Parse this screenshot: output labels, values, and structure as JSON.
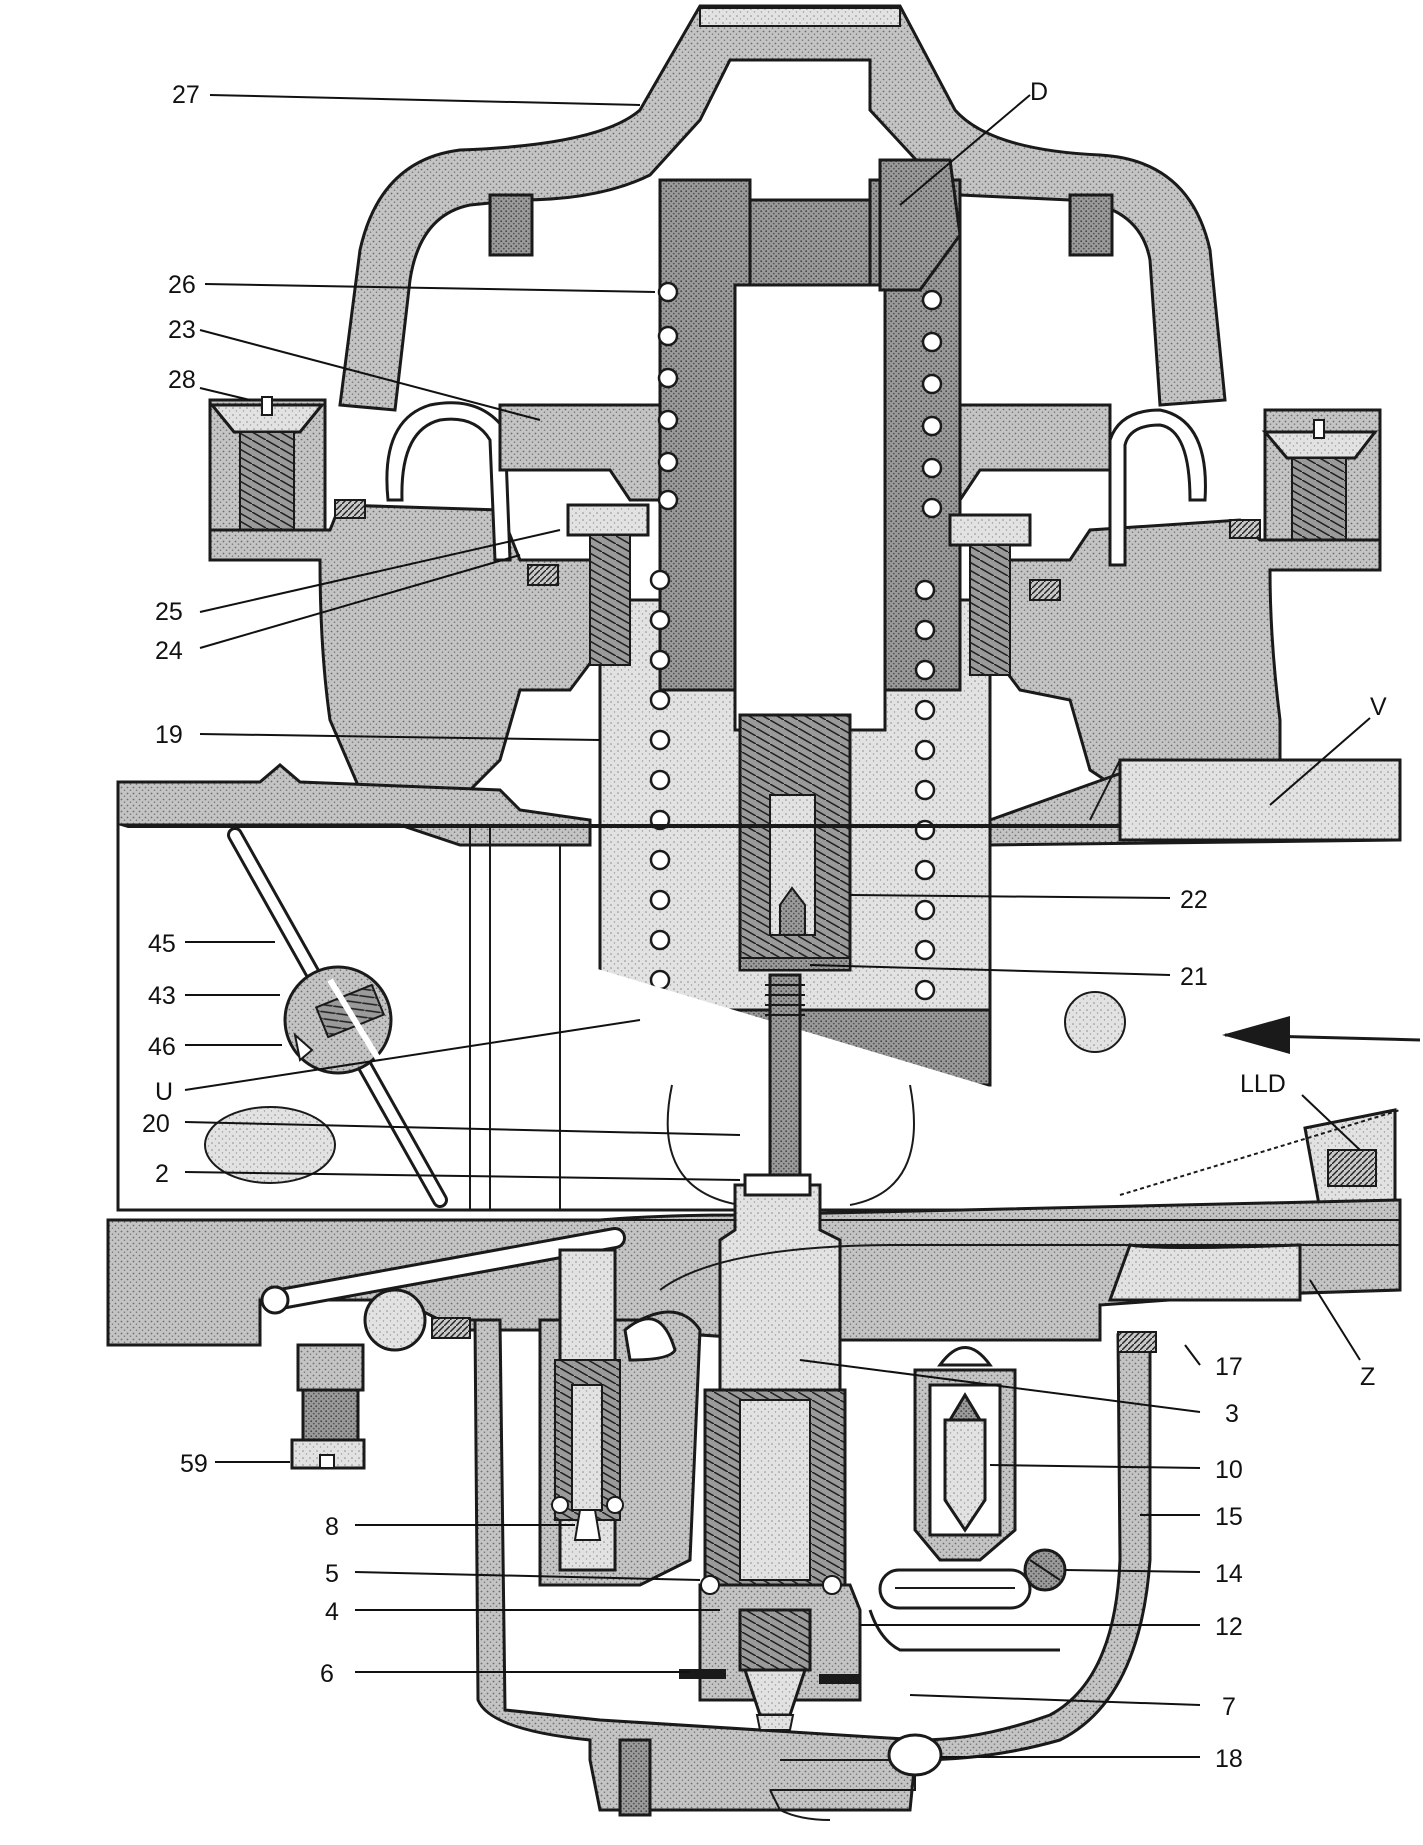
{
  "colors": {
    "ink": "#1a1a1a",
    "stipple": "#b9b9b9",
    "dark_stipple": "#8d8d8d",
    "light_stipple": "#d6d6d6",
    "paper": "#ffffff"
  },
  "labels": {
    "l27": "27",
    "lD": "D",
    "l26": "26",
    "l23": "23",
    "l28": "28",
    "l25": "25",
    "l24": "24",
    "l19": "19",
    "lV": "V",
    "l22": "22",
    "l21": "21",
    "l45": "45",
    "l43": "43",
    "l46": "46",
    "lU": "U",
    "l20": "20",
    "l2": "2",
    "lLLD": "LLD",
    "l17": "17",
    "lZ": "Z",
    "l3": "3",
    "l59": "59",
    "l10": "10",
    "l8": "8",
    "l15": "15",
    "l5": "5",
    "l14": "14",
    "l4": "4",
    "l12": "12",
    "l6": "6",
    "l7": "7",
    "l18": "18"
  }
}
